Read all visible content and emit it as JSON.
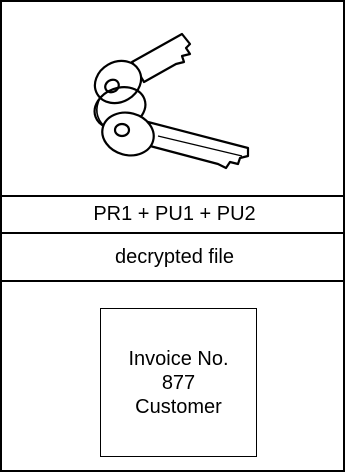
{
  "top_illustration": {
    "icon": "key-pair-icon"
  },
  "rows": {
    "key_set_label": "PR1 + PU1 + PU2",
    "content_label": "decrypted file"
  },
  "document": {
    "line1": "Invoice No.",
    "line2": "877",
    "line3": "Customer"
  }
}
